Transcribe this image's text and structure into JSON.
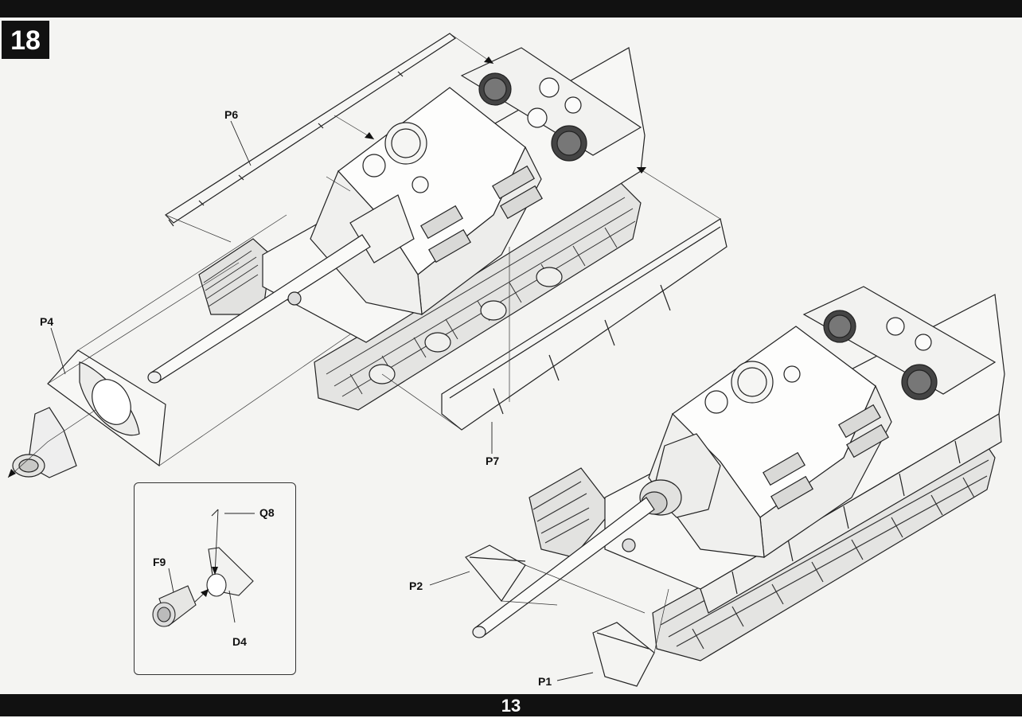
{
  "step_number": "18",
  "page_number": "13",
  "part_labels": {
    "p6": "P6",
    "p4": "P4",
    "p7": "P7",
    "p2": "P2",
    "p1": "P1",
    "q8": "Q8",
    "f9": "F9",
    "d4": "D4"
  }
}
